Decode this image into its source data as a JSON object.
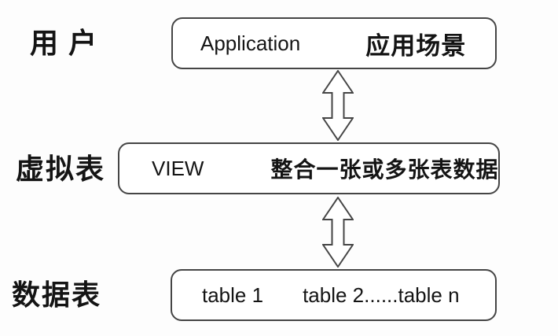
{
  "diagram": {
    "layers": [
      {
        "label": "用户",
        "node": {
          "name": "Application",
          "description": "应用场景"
        }
      },
      {
        "label": "虚拟表",
        "node": {
          "name": "VIEW",
          "description": "整合一张或多张表数据"
        }
      },
      {
        "label": "数据表",
        "node": {
          "name": "table 1",
          "description": "table 2......table n"
        }
      }
    ],
    "connectors": [
      {
        "icon": "double-arrow-vertical-icon",
        "between": [
          "Application",
          "VIEW"
        ]
      },
      {
        "icon": "double-arrow-vertical-icon",
        "between": [
          "VIEW",
          "table 1"
        ]
      }
    ],
    "colors": {
      "background": "#fdfdfd",
      "node_fill": "#ffffff",
      "stroke": "#454545",
      "text": "#141414"
    }
  }
}
